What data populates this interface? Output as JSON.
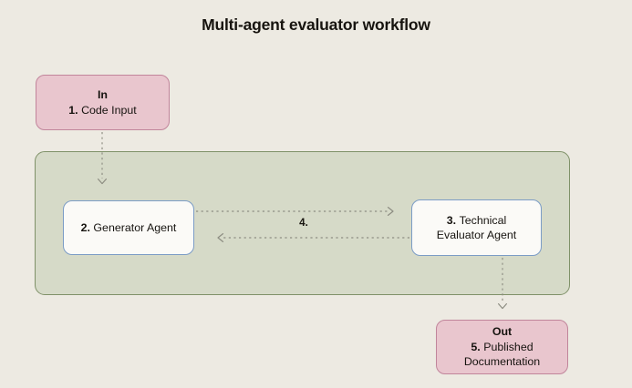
{
  "title": "Multi-agent evaluator workflow",
  "colors": {
    "background": "#edeae2",
    "group_fill": "#d6dac8",
    "group_border": "#7f9168",
    "io_fill": "#e9c6ce",
    "io_border": "#c1859b",
    "agent_fill": "#fbfaf7",
    "agent_border": "#7b9cc6",
    "connector": "#8d8d82",
    "text": "#17140f"
  },
  "nodes": {
    "code_input": {
      "header": "In",
      "number": "1.",
      "label": "Code Input"
    },
    "generator": {
      "number": "2.",
      "label": "Generator Agent"
    },
    "evaluator": {
      "number": "3.",
      "label_line1": "Technical",
      "label_line2": "Evaluator Agent"
    },
    "published": {
      "header": "Out",
      "number": "5.",
      "label_line1": "Published",
      "label_line2": "Documentation"
    }
  },
  "edges": {
    "input_to_generator": {
      "style": "dashed",
      "arrowhead": "chevron-down"
    },
    "generator_to_evaluator": {
      "style": "dashed",
      "arrowhead": "chevron-right",
      "label": "4."
    },
    "evaluator_to_generator": {
      "style": "dashed",
      "arrowhead": "chevron-left"
    },
    "evaluator_to_published": {
      "style": "dashed",
      "arrowhead": "chevron-down"
    }
  }
}
